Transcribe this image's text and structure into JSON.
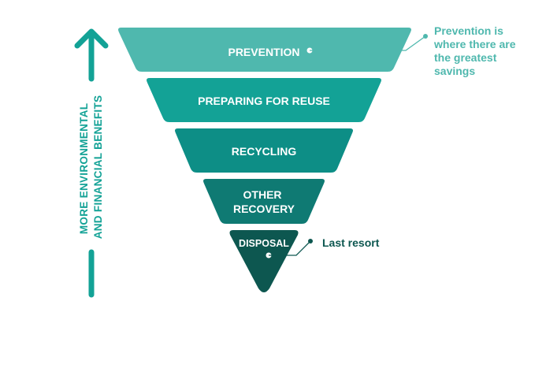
{
  "axis": {
    "line1": "MORE ENVIRONMENTAL",
    "line2": "AND FINANCIAL BENEFITS"
  },
  "tiers": [
    {
      "label_lines": [
        "PREVENTION"
      ],
      "color": "#4fb8ae"
    },
    {
      "label_lines": [
        "PREPARING FOR REUSE"
      ],
      "color": "#13a296"
    },
    {
      "label_lines": [
        "RECYCLING"
      ],
      "color": "#0d8e86"
    },
    {
      "label_lines": [
        "OTHER",
        "RECOVERY"
      ],
      "color": "#0f7a73"
    },
    {
      "label_lines": [
        "DISPOSAL"
      ],
      "color": "#0d5750"
    }
  ],
  "callouts": {
    "prevention": {
      "lines": [
        "Prevention is",
        "where there are",
        "the greatest",
        "savings"
      ],
      "color": "#4fb8ae"
    },
    "disposal": {
      "lines": [
        "Last resort"
      ],
      "color": "#0d5750"
    }
  },
  "colors": {
    "arrow": "#13a296"
  }
}
